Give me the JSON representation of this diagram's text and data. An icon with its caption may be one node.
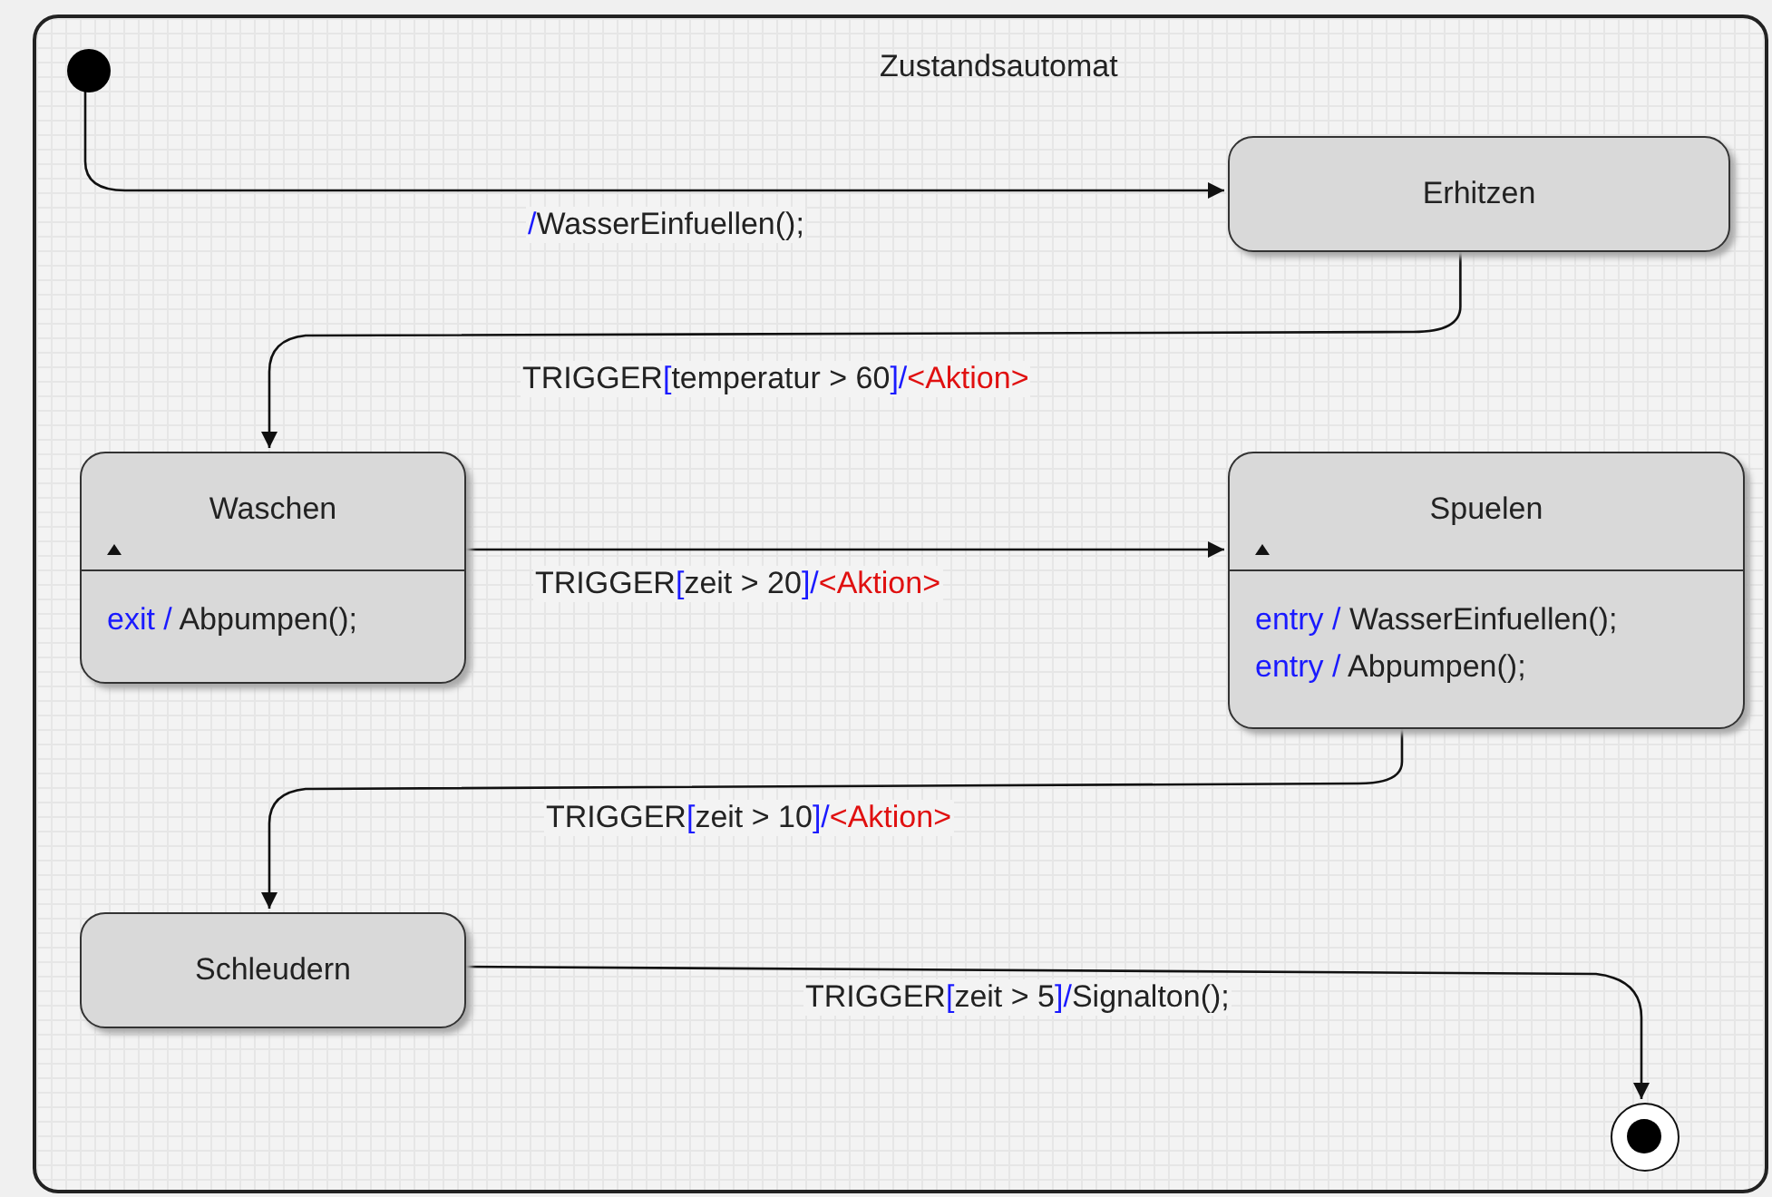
{
  "diagram": {
    "nodes": [
      {
        "text": [
          "Zustandsautomat"
        ]
      },
      {
        "text": [],
        "shape": "circle",
        "in": 0
      },
      {
        "text": [
          "Erhitzen"
        ],
        "in": 0
      },
      {
        "text": [
          "Waschen",
          "exit / Abpumpen();"
        ],
        "in": 0
      },
      {
        "text": [
          "Spuelen",
          "entry / WasserEinfuellen();",
          "entry / Abpumpen();"
        ],
        "in": 0
      },
      {
        "text": [
          "Schleudern"
        ],
        "in": 0
      },
      {
        "text": [],
        "shape": "circle",
        "in": 0
      }
    ],
    "edges": [
      {
        "from": 1,
        "to": 2,
        "arrow": "to",
        "label": "/WasserEinfuellen();"
      },
      {
        "from": 2,
        "to": 3,
        "arrow": "to",
        "label": "TRIGGER[temperatur > 60]/<Aktion>"
      },
      {
        "from": 3,
        "to": 4,
        "arrow": "to",
        "label": "TRIGGER[zeit > 20]/<Aktion>"
      },
      {
        "from": 4,
        "to": 5,
        "arrow": "to",
        "label": "TRIGGER[zeit > 10]/<Aktion>"
      },
      {
        "from": 5,
        "to": 6,
        "arrow": "to",
        "label": "TRIGGER[zeit > 5]/Signalton();"
      }
    ]
  }
}
